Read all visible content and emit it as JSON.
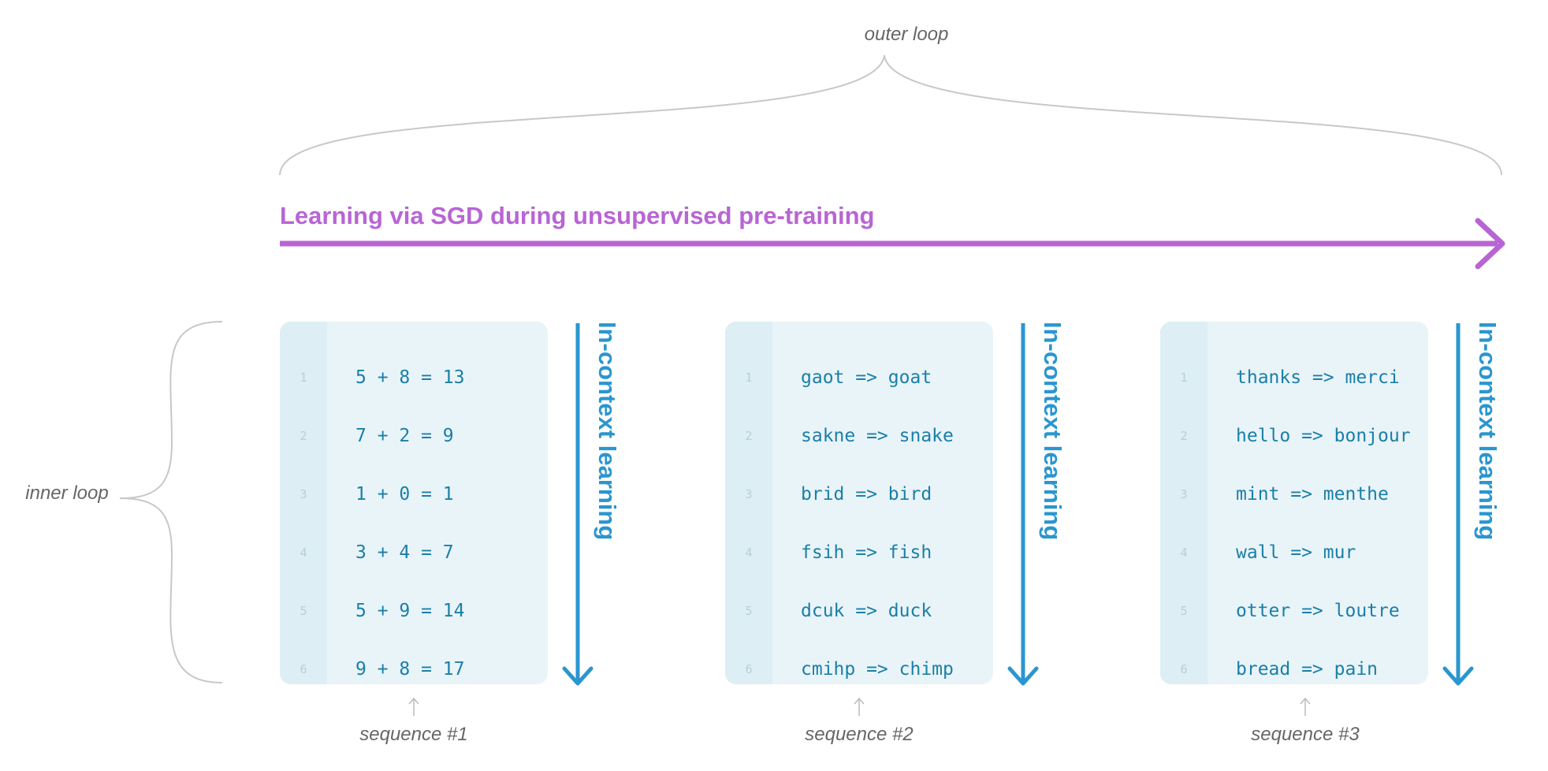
{
  "outer_loop_label": "outer loop",
  "inner_loop_label": "inner loop",
  "sgd_label": "Learning via SGD during unsupervised pre-training",
  "in_context_label": "In-context learning",
  "colors": {
    "sgd": "#b865d4",
    "in_context": "#2a96cf",
    "code": "#1a7fa8",
    "panel": "#e9f4f8",
    "gutter": "#ddeef5",
    "brace": "#c8c8c8"
  },
  "sequences": [
    {
      "label": "sequence #1",
      "lines": [
        {
          "num": "1",
          "text": "5 + 8 = 13"
        },
        {
          "num": "2",
          "text": "7 + 2 = 9"
        },
        {
          "num": "3",
          "text": "1 + 0 = 1"
        },
        {
          "num": "4",
          "text": "3 + 4 = 7"
        },
        {
          "num": "5",
          "text": "5 + 9 = 14"
        },
        {
          "num": "6",
          "text": "9 + 8 = 17"
        }
      ]
    },
    {
      "label": "sequence #2",
      "lines": [
        {
          "num": "1",
          "text": "gaot => goat"
        },
        {
          "num": "2",
          "text": "sakne => snake"
        },
        {
          "num": "3",
          "text": "brid => bird"
        },
        {
          "num": "4",
          "text": "fsih => fish"
        },
        {
          "num": "5",
          "text": "dcuk => duck"
        },
        {
          "num": "6",
          "text": "cmihp => chimp"
        }
      ]
    },
    {
      "label": "sequence #3",
      "lines": [
        {
          "num": "1",
          "text": "thanks => merci"
        },
        {
          "num": "2",
          "text": "hello => bonjour"
        },
        {
          "num": "3",
          "text": "mint => menthe"
        },
        {
          "num": "4",
          "text": "wall => mur"
        },
        {
          "num": "5",
          "text": "otter => loutre"
        },
        {
          "num": "6",
          "text": "bread => pain"
        }
      ]
    }
  ]
}
